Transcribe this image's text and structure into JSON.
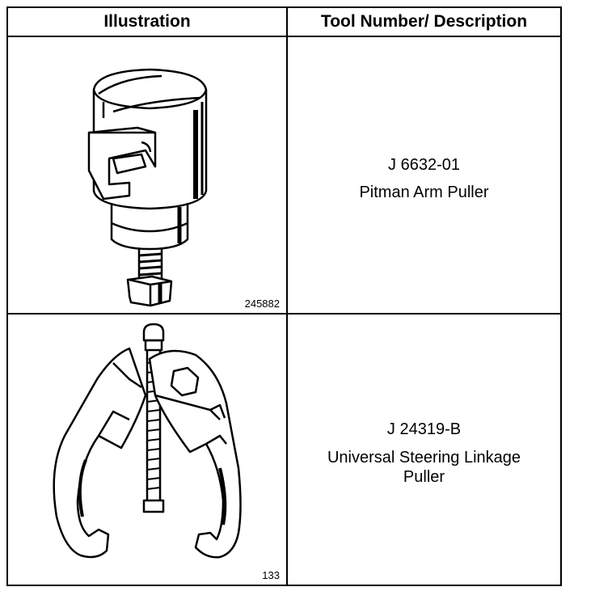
{
  "table": {
    "headers": {
      "illustration": "Illustration",
      "tool": "Tool Number/ Description"
    },
    "rows": [
      {
        "figure_number": "245882",
        "figure_icon": "pitman-arm-puller-drawing",
        "tool_number": "J 6632-01",
        "description": "Pitman Arm Puller"
      },
      {
        "figure_number": "133",
        "figure_icon": "steering-linkage-puller-drawing",
        "tool_number": "J 24319-B",
        "description": "Universal Steering Linkage\nPuller"
      }
    ]
  }
}
